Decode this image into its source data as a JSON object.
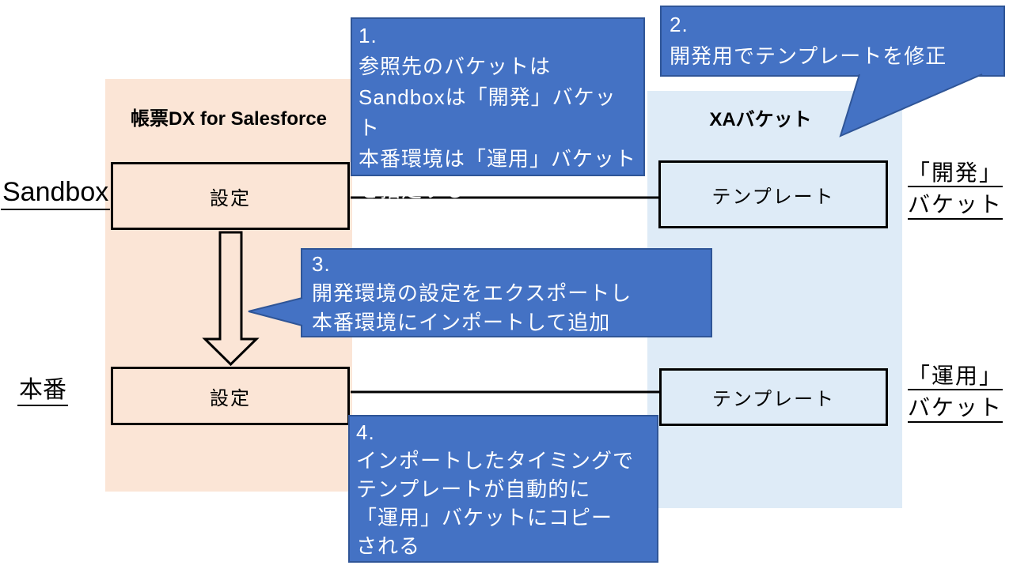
{
  "columns": {
    "left": {
      "title": "帳票DX for Salesforce"
    },
    "right": {
      "title": "XAバケット"
    }
  },
  "rows": {
    "top": {
      "label": "Sandbox"
    },
    "bottom": {
      "label": "本番"
    }
  },
  "nodes": {
    "settings_top": "設定",
    "settings_bottom": "設定",
    "template_top": "テンプレート",
    "template_bottom": "テンプレート"
  },
  "bucket_labels": {
    "dev": {
      "line1": "「開発」",
      "line2": "バケット"
    },
    "ops": {
      "line1": "「運用」",
      "line2": "バケット"
    }
  },
  "callouts": {
    "c1": {
      "text": "1.\n参照先のバケットは\nSandboxは「開発」バケット\n本番環境は「運用」バケット\nを指定する"
    },
    "c2": {
      "text": "2.\n開発用でテンプレートを修正"
    },
    "c3": {
      "text": "3.\n開発環境の設定をエクスポートし\n本番環境にインポートして追加"
    },
    "c4": {
      "text": "4.\nインポートしたタイミングで\nテンプレートが自動的に\n「運用」バケットにコピー\nされる"
    }
  },
  "colors": {
    "callout_fill": "#4472C4",
    "callout_border": "#2F5597",
    "left_bg": "#FBE5D6",
    "right_bg": "#DEEBF7",
    "line_color": "#000000"
  }
}
